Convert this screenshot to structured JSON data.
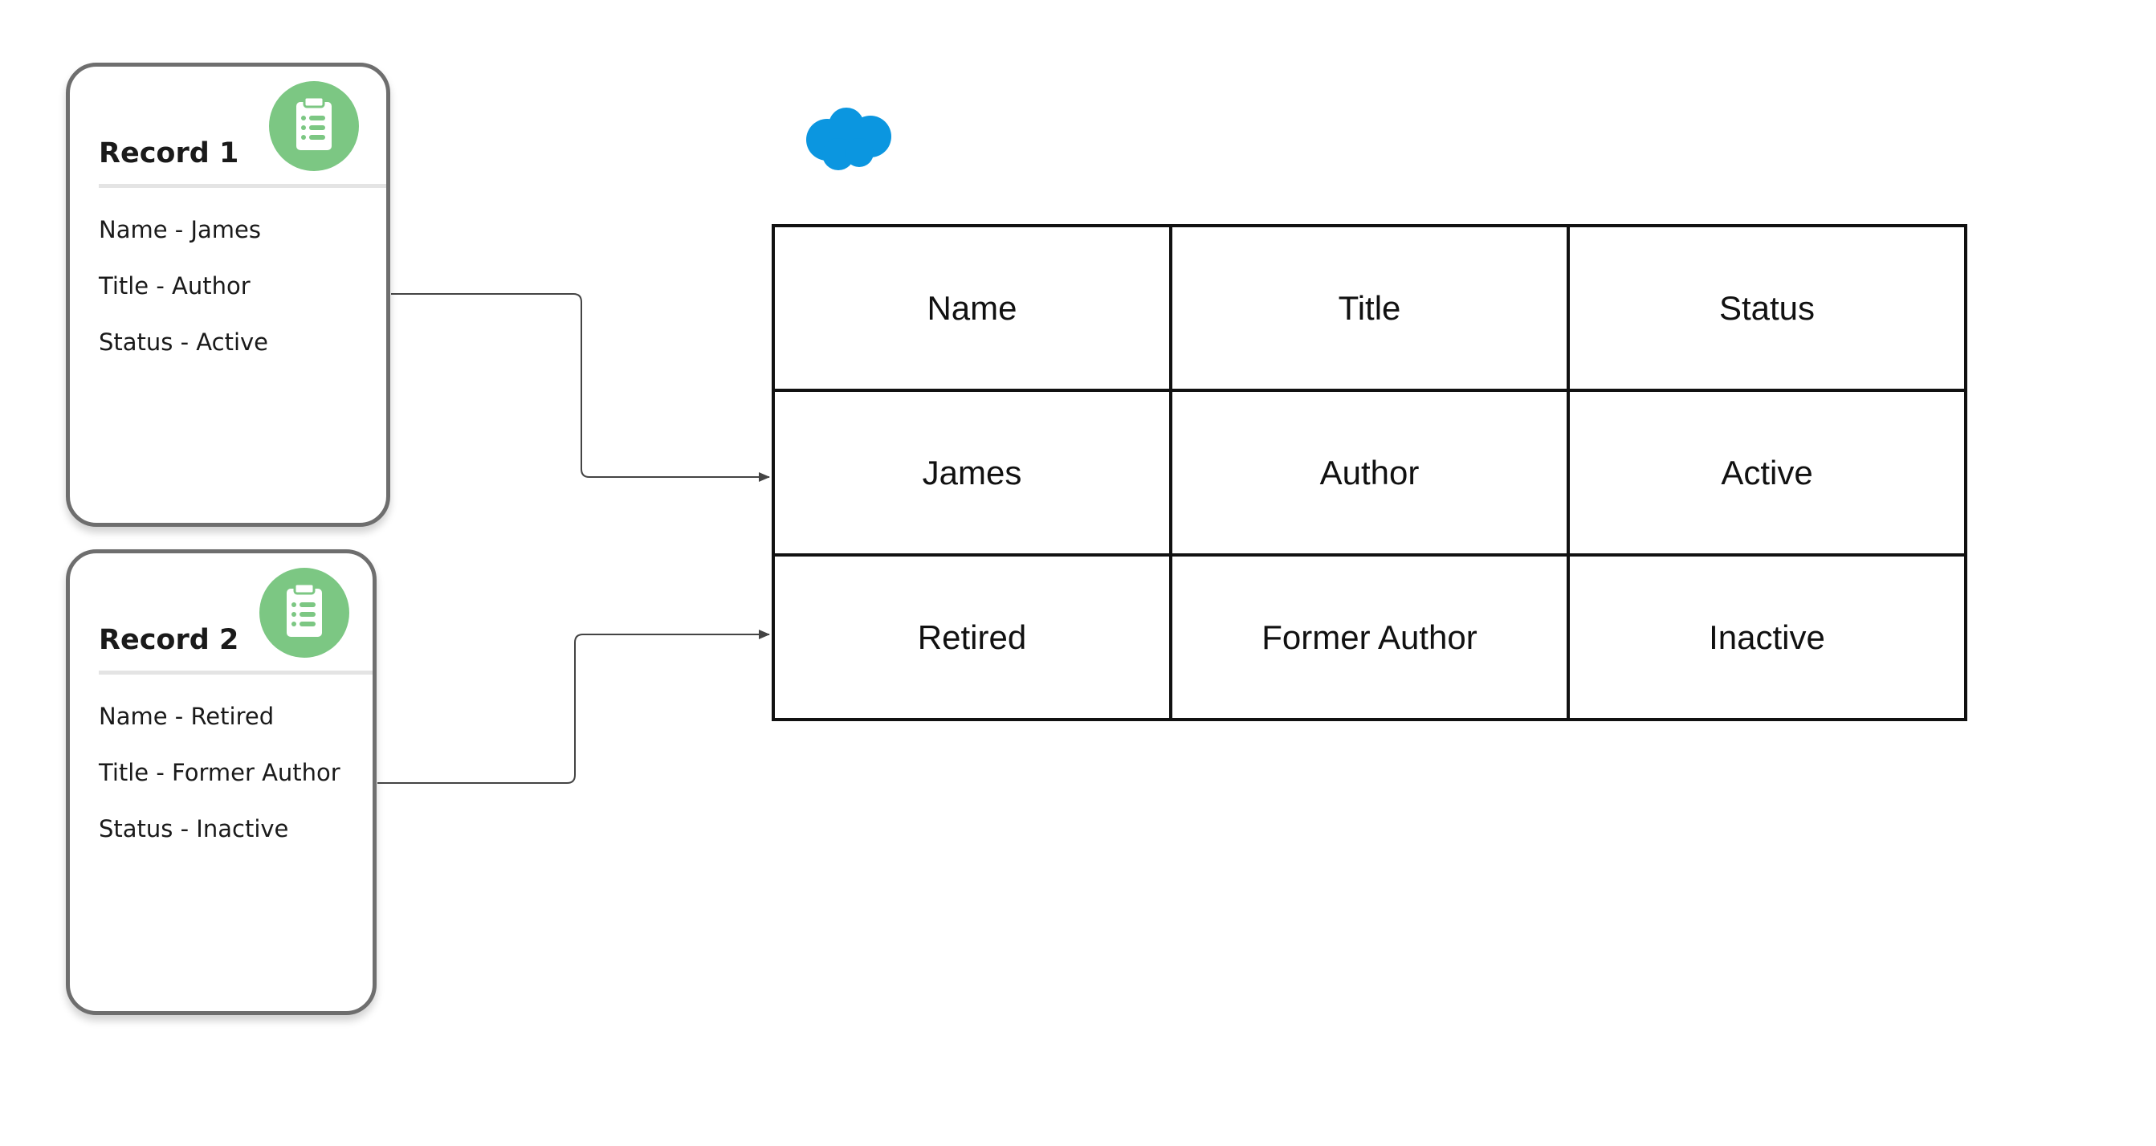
{
  "records": [
    {
      "title": "Record 1",
      "icon": "clipboard-list-icon",
      "fields": [
        "Name - James",
        "Title - Author",
        "Status - Active"
      ]
    },
    {
      "title": "Record 2",
      "icon": "clipboard-list-icon",
      "fields": [
        "Name - Retired",
        "Title - Former Author",
        "Status - Inactive"
      ]
    }
  ],
  "logo": {
    "icon": "cloud-logo-icon",
    "color": "#0b96e0"
  },
  "table": {
    "header": [
      "Name",
      "Title",
      "Status"
    ],
    "rows": [
      [
        "James",
        "Author",
        "Active"
      ],
      [
        "Retired",
        "Former Author",
        "Inactive"
      ]
    ]
  },
  "colors": {
    "icon_circle": "#7cc783",
    "card_border": "#6e6e6e",
    "table_border": "#111111",
    "connector": "#444444"
  }
}
